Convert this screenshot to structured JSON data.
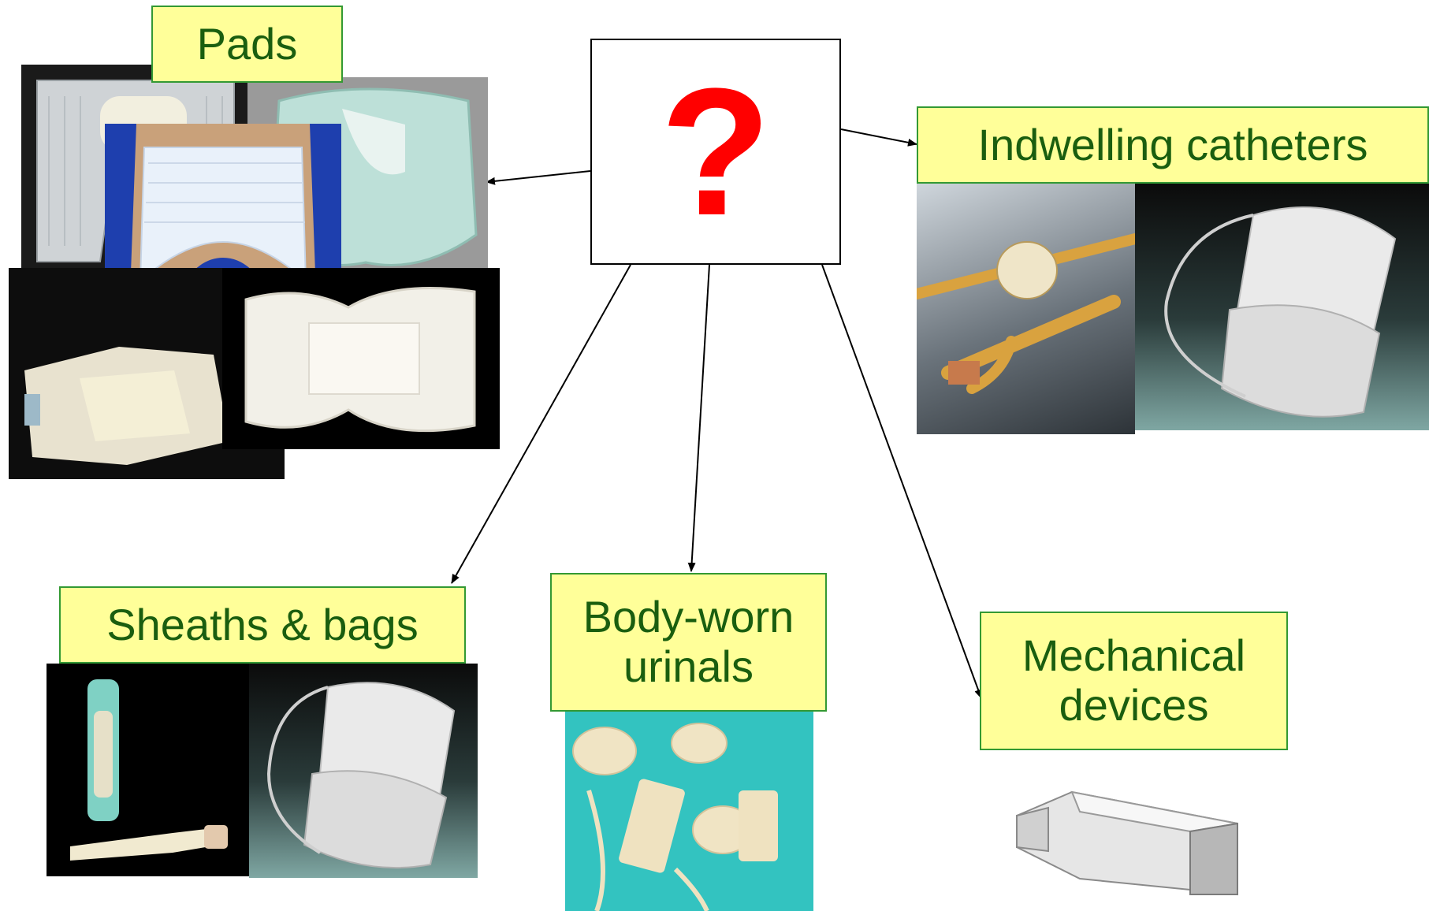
{
  "center": {
    "symbol": "?"
  },
  "categories": {
    "pads": {
      "label": "Pads"
    },
    "catheters": {
      "label": "Indwelling catheters"
    },
    "sheaths": {
      "label": "Sheaths & bags"
    },
    "urinals": {
      "label_line1": "Body-worn",
      "label_line2": "urinals"
    },
    "mechanical": {
      "label_line1": "Mechanical",
      "label_line2": "devices"
    }
  },
  "colors": {
    "label_bg": "#ffff99",
    "label_border": "#339933",
    "label_text": "#1a5e0f",
    "question_mark": "#ff0000"
  }
}
